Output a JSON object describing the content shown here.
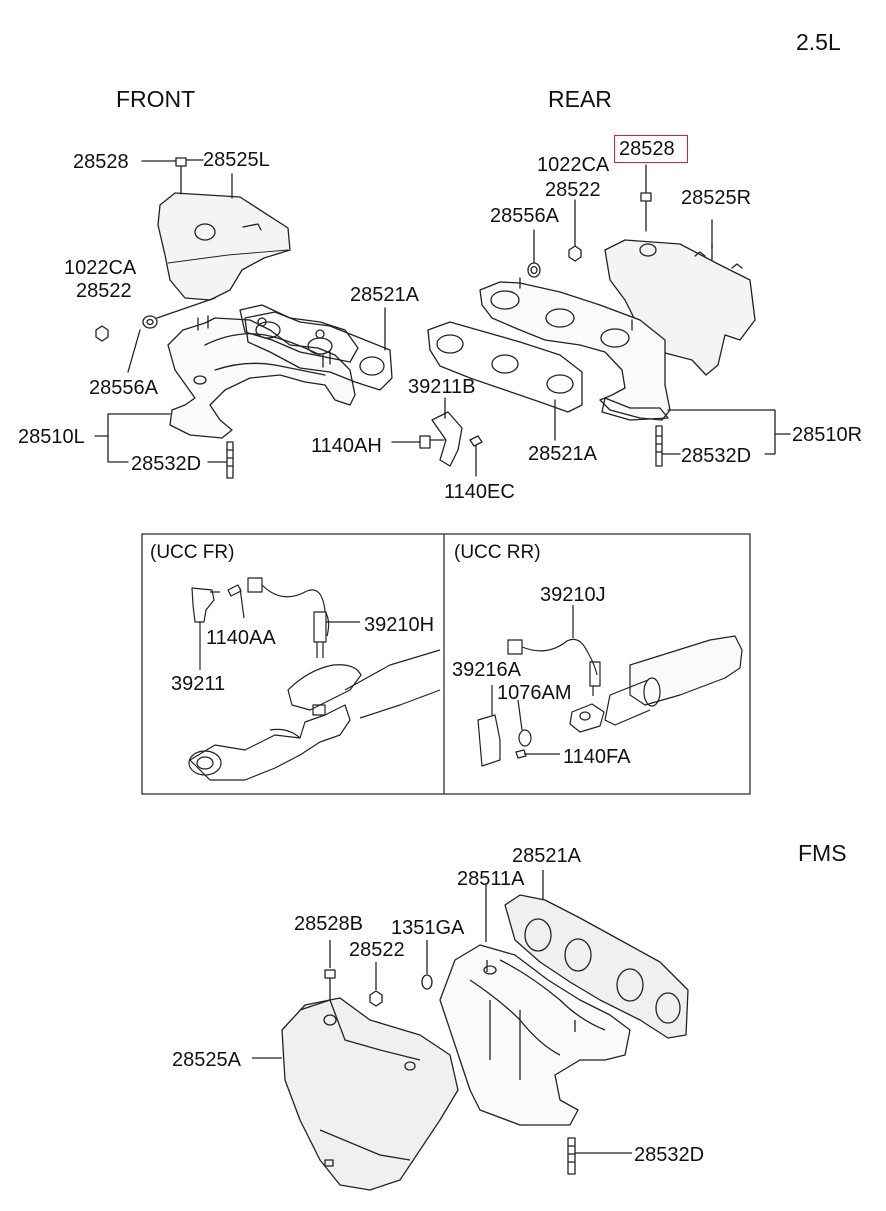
{
  "engine": "2.5L",
  "sections": {
    "front": "FRONT",
    "rear": "REAR",
    "fms": "FMS",
    "ucc_fr": "(UCC  FR)",
    "ucc_rr": "(UCC  RR)"
  },
  "highlight_color": "#e02020",
  "front": {
    "bolt": "28528",
    "heat_shield": "28525L",
    "bolt_b": "1022CA",
    "nut": "28522",
    "washer": "28556A",
    "gasket": "28521A",
    "manifold": "28510L",
    "stud": "28532D"
  },
  "rear": {
    "bolt_highlighted": "28528",
    "bolt_b": "1022CA",
    "nut": "28522",
    "washer": "28556A",
    "heat_shield": "28525R",
    "bracket": "39211B",
    "bolt_c": "1140AH",
    "bolt_d": "1140EC",
    "gasket": "28521A",
    "stud": "28532D",
    "manifold": "28510R"
  },
  "ucc_fr": {
    "bolt": "1140AA",
    "sensor": "39210H",
    "bracket": "39211"
  },
  "ucc_rr": {
    "sensor": "39210J",
    "bracket": "39216A",
    "gasket": "1076AM",
    "bolt": "1140FA"
  },
  "fms": {
    "gasket": "28521A",
    "manifold": "28511A",
    "bolt": "28528B",
    "washer": "1351GA",
    "nut": "28522",
    "heat_shield": "28525A",
    "stud": "28532D"
  }
}
